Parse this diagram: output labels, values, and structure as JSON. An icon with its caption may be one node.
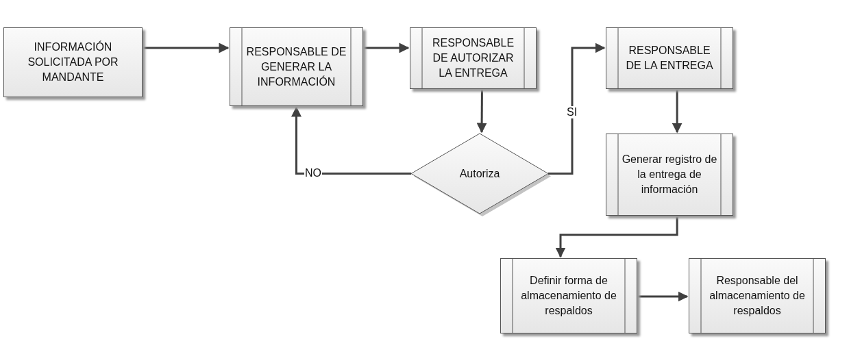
{
  "diagram": {
    "nodes": [
      {
        "text": [
          "INFORMACIÓN SOLICITADA POR MANDANTE"
        ]
      },
      {
        "text": [
          "RESPONSABLE DE GENERAR LA INFORMACIÓN"
        ]
      },
      {
        "text": [
          "RESPONSABLE DE AUTORIZAR LA ENTREGA"
        ]
      },
      {
        "text": [
          "RESPONSABLE DE LA ENTREGA"
        ]
      },
      {
        "text": [
          "Autoriza"
        ]
      },
      {
        "text": [
          "Generar registro de la entrega de información"
        ]
      },
      {
        "text": [
          "Definir forma de almacenamiento de respaldos"
        ]
      },
      {
        "text": [
          "Responsable del almacenamiento de respaldos"
        ]
      }
    ],
    "edges": [
      {
        "from": 0,
        "to": 1,
        "arrow": "to"
      },
      {
        "from": 1,
        "to": 2,
        "arrow": "to"
      },
      {
        "from": 2,
        "to": 4,
        "arrow": "to"
      },
      {
        "from": 4,
        "to": 1,
        "arrow": "to",
        "label": "NO"
      },
      {
        "from": 4,
        "to": 3,
        "arrow": "to",
        "label": "SI"
      },
      {
        "from": 3,
        "to": 5,
        "arrow": "to"
      },
      {
        "from": 5,
        "to": 6,
        "arrow": "to"
      },
      {
        "from": 6,
        "to": 7,
        "arrow": "to"
      }
    ]
  }
}
